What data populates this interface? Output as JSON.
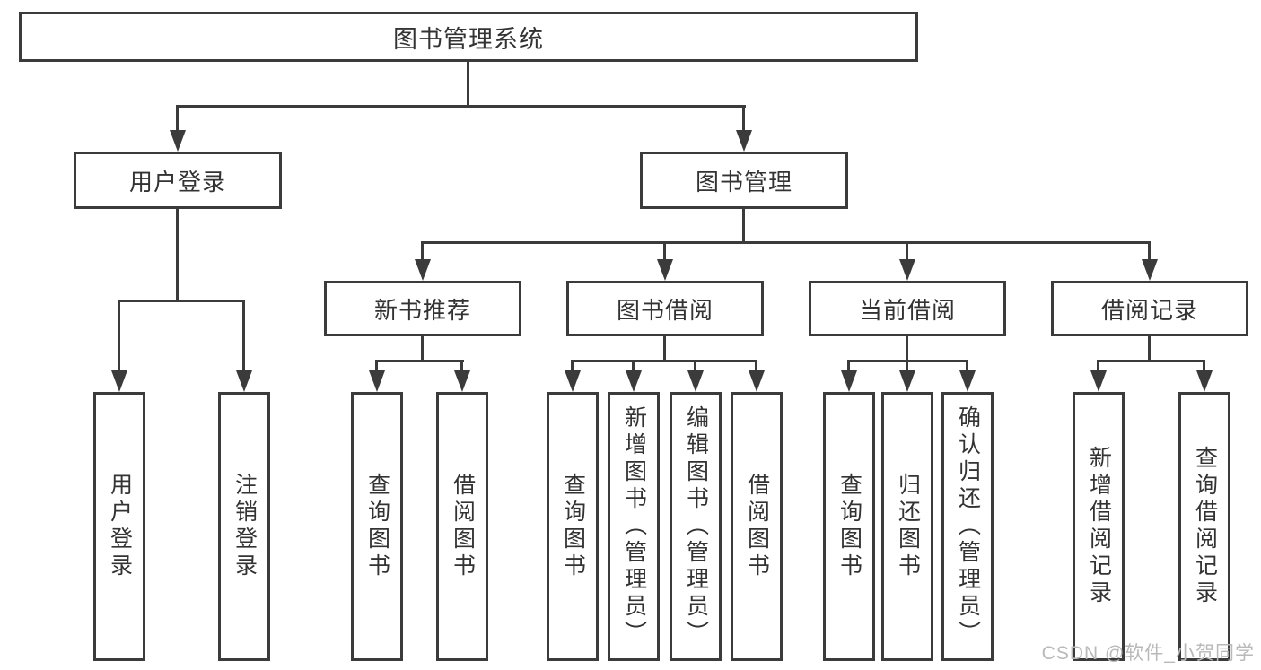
{
  "tree": {
    "root": {
      "label": "图书管理系统"
    },
    "level2": [
      {
        "label": "用户登录"
      },
      {
        "label": "图书管理"
      }
    ],
    "level3": [
      {
        "label": "新书推荐"
      },
      {
        "label": "图书借阅"
      },
      {
        "label": "当前借阅"
      },
      {
        "label": "借阅记录"
      }
    ],
    "leaves": [
      {
        "label": "用户登录"
      },
      {
        "label": "注销登录"
      },
      {
        "label": "查询图书"
      },
      {
        "label": "借阅图书"
      },
      {
        "label": "查询图书"
      },
      {
        "label": "新增图书（管理员）"
      },
      {
        "label": "编辑图书（管理员）"
      },
      {
        "label": "借阅图书"
      },
      {
        "label": "查询图书"
      },
      {
        "label": "归还图书"
      },
      {
        "label": "确认归还（管理员）"
      },
      {
        "label": "新增借阅记录"
      },
      {
        "label": "查询借阅记录"
      }
    ]
  },
  "watermark": "CSDN @软件_小贺同学",
  "colors": {
    "line": "#3b3b3b",
    "text": "#333333",
    "watermark": "#b9b9b9",
    "background": "#ffffff"
  }
}
